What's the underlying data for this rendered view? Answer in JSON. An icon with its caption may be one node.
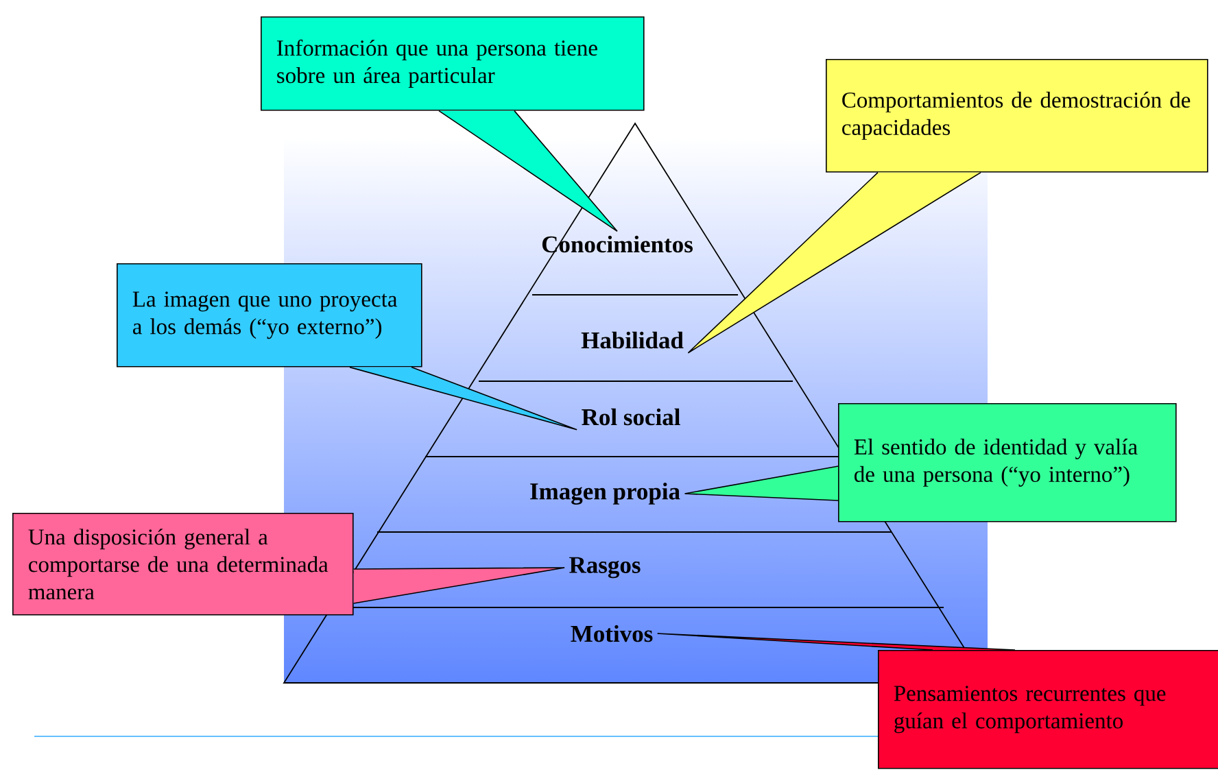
{
  "diagram": {
    "nodes": [
      {
        "text": [
          "Conocimientos"
        ]
      },
      {
        "text": [
          "Habilidad"
        ]
      },
      {
        "text": [
          "Rol social"
        ]
      },
      {
        "text": [
          "Imagen propia"
        ]
      },
      {
        "text": [
          "Rasgos"
        ]
      },
      {
        "text": [
          "Motivos"
        ]
      },
      {
        "text": [
          "Información que una persona tiene sobre un área particular"
        ]
      },
      {
        "text": [
          "Comportamientos de demostración de capacidades"
        ]
      },
      {
        "text": [
          "La imagen que uno proyecta a los demás (“yo externo”)"
        ]
      },
      {
        "text": [
          "El sentido de identidad y valía de una persona (“yo interno”)"
        ]
      },
      {
        "text": [
          "Una disposición general a comportarse de una determinada manera"
        ]
      },
      {
        "text": [
          "Pensamientos recurrentes que guían el comportamiento"
        ]
      }
    ],
    "edges": [
      {
        "from": 6,
        "to": 0,
        "arrow": "none"
      },
      {
        "from": 7,
        "to": 1,
        "arrow": "none"
      },
      {
        "from": 8,
        "to": 2,
        "arrow": "none"
      },
      {
        "from": 9,
        "to": 3,
        "arrow": "none"
      },
      {
        "from": 10,
        "to": 4,
        "arrow": "none"
      },
      {
        "from": 11,
        "to": 5,
        "arrow": "none"
      }
    ]
  }
}
